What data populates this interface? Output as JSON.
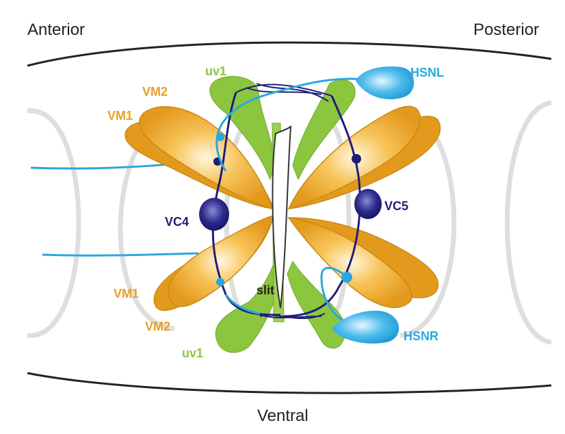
{
  "labels": {
    "anterior": "Anterior",
    "posterior": "Posterior",
    "ventral": "Ventral",
    "vm2_top": "VM2",
    "vm1_top": "VM1",
    "vm1_bottom": "VM1",
    "vm2_bottom": "VM2",
    "uv1_top": "uv1",
    "uv1_bottom": "uv1",
    "hsnl": "HSNL",
    "hsnr": "HSNR",
    "vc4": "VC4",
    "vc5": "VC5",
    "slit": "slit"
  },
  "colors": {
    "muscle": "#e8a024",
    "muscle_light": "#fff3d6",
    "uv1": "#8cc63f",
    "hsn": "#29a8e0",
    "vc": "#1e1e78",
    "outline": "#d6d6d6",
    "body_line": "#222222"
  }
}
